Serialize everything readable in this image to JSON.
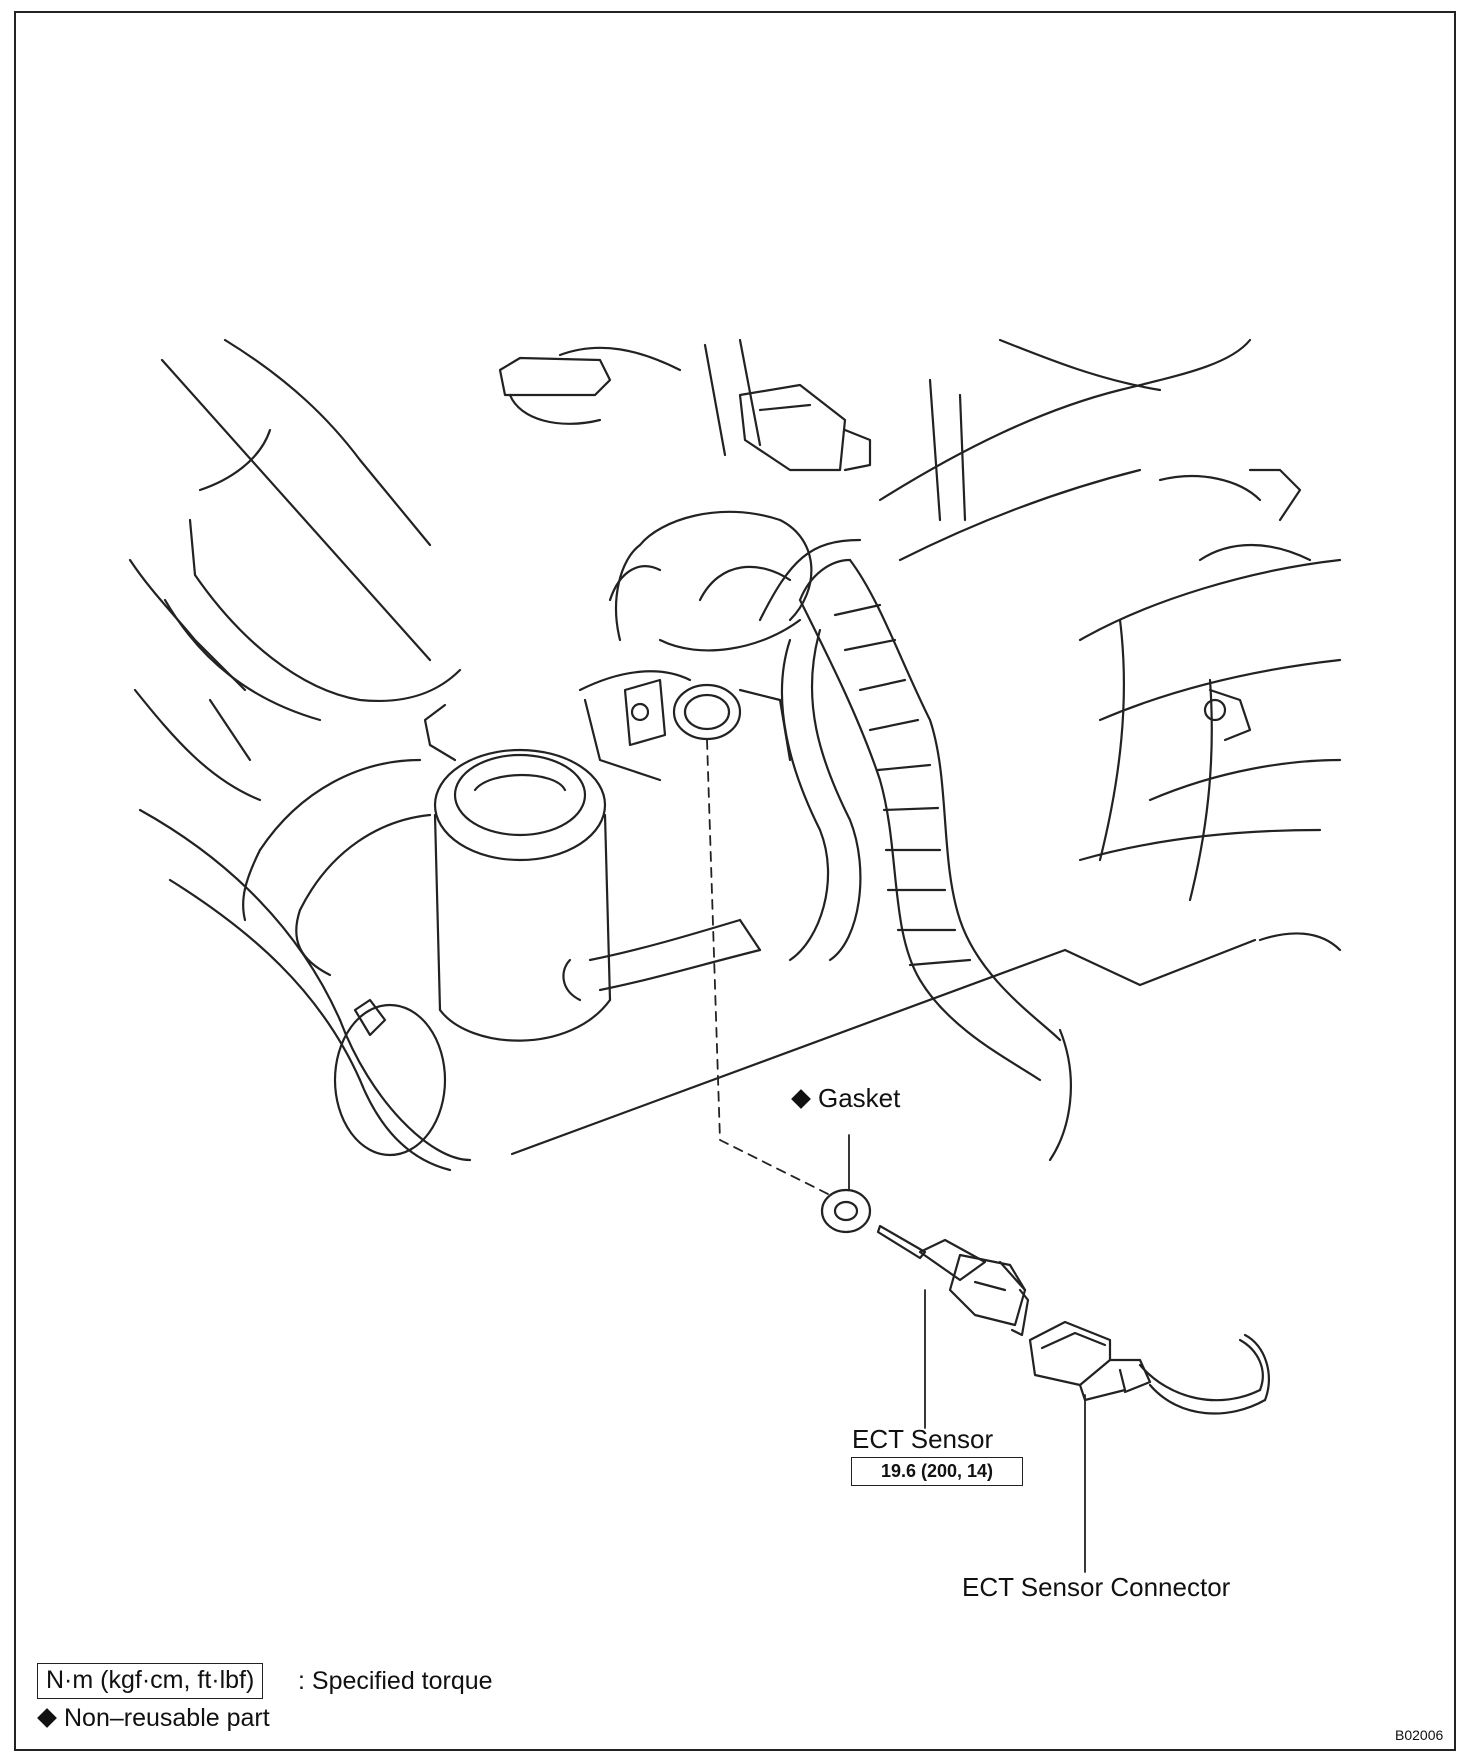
{
  "callouts": {
    "gasket": "Gasket",
    "ect_sensor": "ECT Sensor",
    "ect_sensor_torque": "19.6 (200, 14)",
    "ect_sensor_connector": "ECT Sensor Connector"
  },
  "legend": {
    "torque_unit": "N·m (kgf·cm, ft·lbf)",
    "torque_desc": ": Specified torque",
    "nonreusable_desc": "Non–reusable part"
  },
  "figure_code": "B02006"
}
